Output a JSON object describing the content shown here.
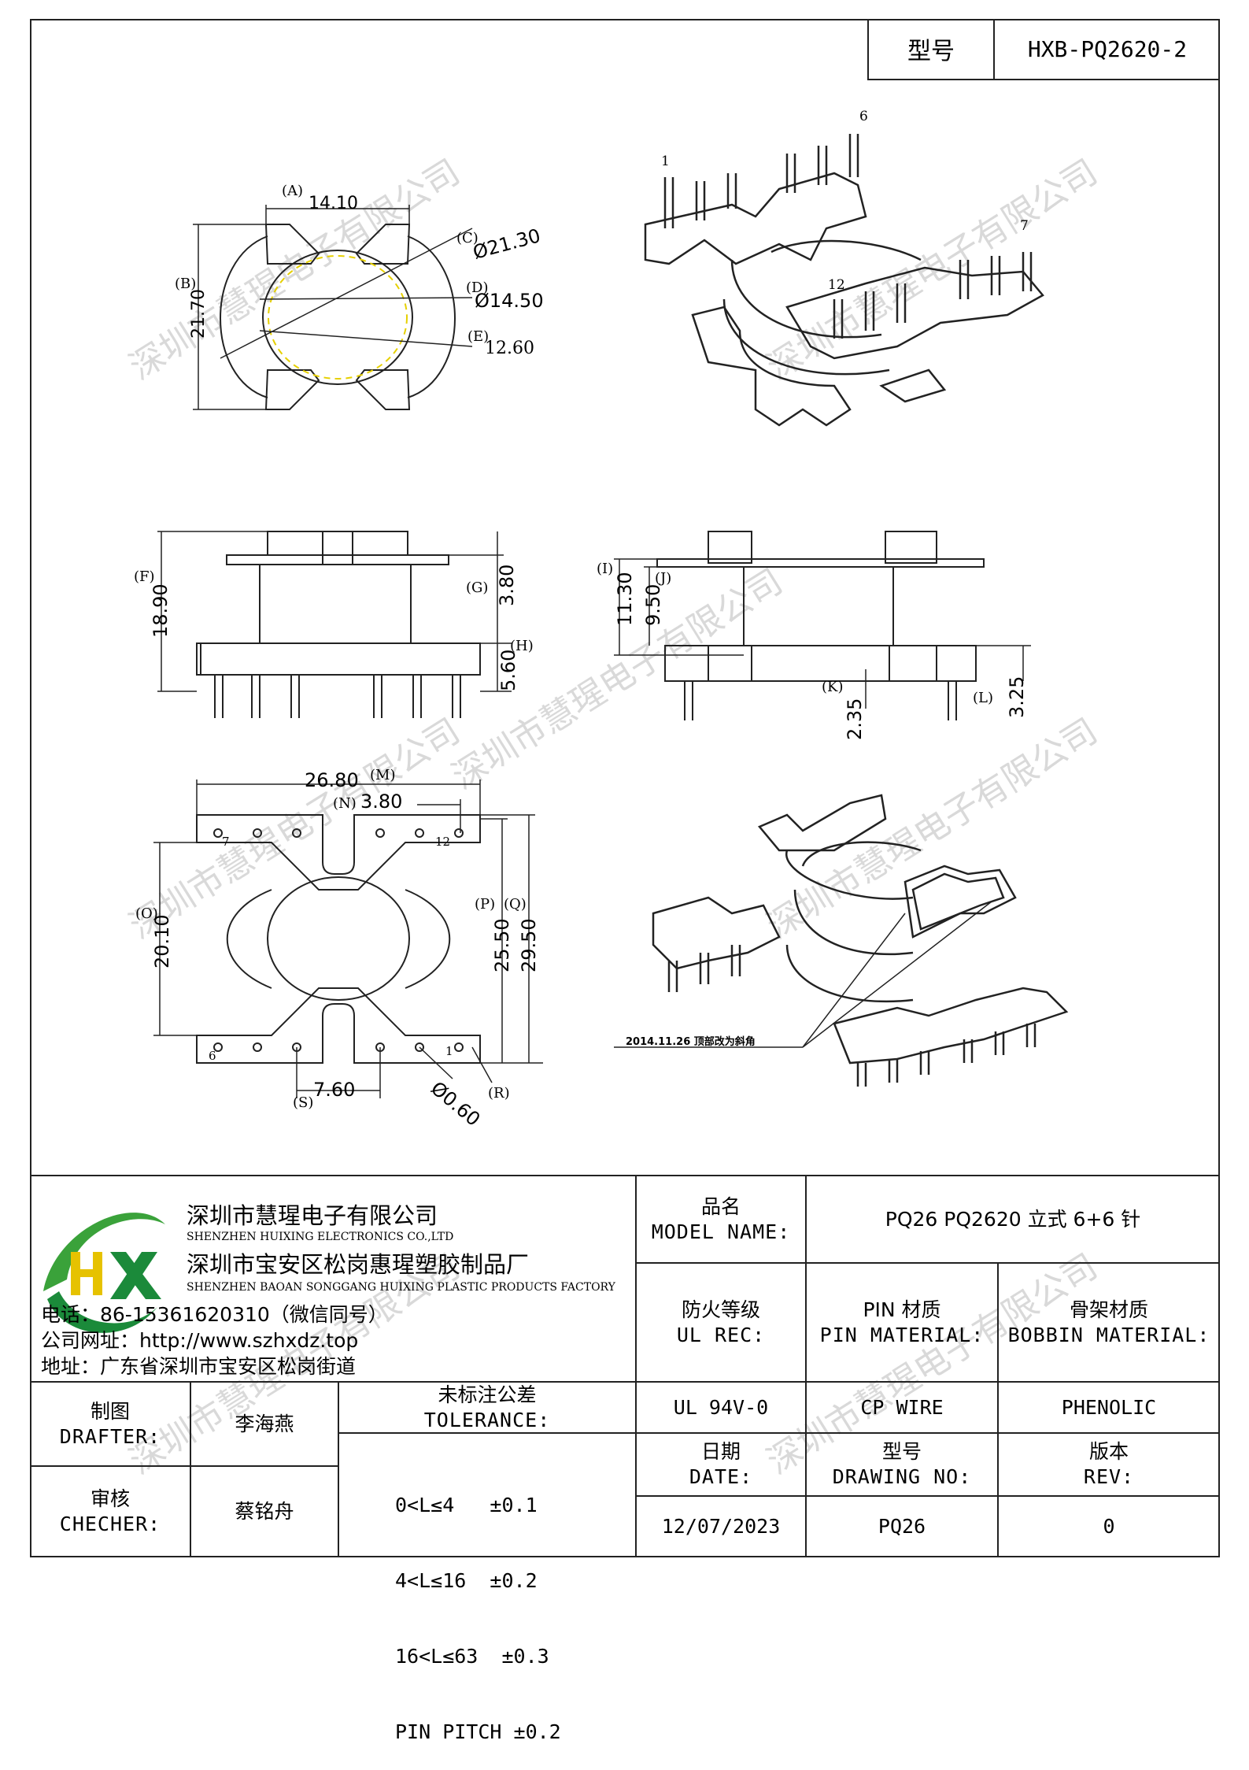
{
  "header": {
    "model_label": "型号",
    "model_value": "HXB-PQ2620-2"
  },
  "watermark": "深圳市慧瑆电子有限公司",
  "dims": {
    "a": "(A)",
    "a_val": "14.10",
    "b": "(B)",
    "b_val": "21.70",
    "c": "(C)",
    "c_val": "Ø21.30",
    "d": "(D)",
    "d_val": "Ø14.50",
    "e": "(E)",
    "e_val": "12.60",
    "f": "(F)",
    "f_val": "18.90",
    "g": "(G)",
    "g_val": "3.80",
    "h": "(H)",
    "h_val": "5.60",
    "i": "(I)",
    "i_val": "11.30",
    "j": "(J)",
    "j_val": "9.50",
    "k": "(K)",
    "k_val": "2.35",
    "l": "(L)",
    "l_val": "3.25",
    "m": "(M)",
    "m_val": "26.80",
    "n": "(N)",
    "n_val": "3.80",
    "o": "(O)",
    "o_val": "20.10",
    "p": "(P)",
    "p_val": "25.50",
    "q": "(Q)",
    "q_val": "29.50",
    "r": "(R)",
    "r_val": "Ø0.60",
    "s": "(S)",
    "s_val": "7.60"
  },
  "pins": {
    "p1": "1",
    "p6": "6",
    "p7": "7",
    "p12": "12"
  },
  "annotation": "2014.11.26  顶部改为斜角",
  "company": {
    "name_cn": "深圳市慧瑆电子有限公司",
    "name_en": "SHENZHEN HUIXING ELECTRONICS CO.,LTD",
    "factory_cn": "深圳市宝安区松岗惠瑆塑胶制品厂",
    "factory_en": "SHENZHEN BAOAN SONGGANG HUIXING PLASTIC PRODUCTS FACTORY",
    "phone": "电话：86-15361620310（微信同号）",
    "website": "公司网址：http://www.szhxdz.top",
    "address": "地址：广东省深圳市宝安区松岗街道",
    "logo_text": "HX"
  },
  "table": {
    "model_name_cn": "品名",
    "model_name_en": "MODEL NAME:",
    "model_name_value": "PQ26 PQ2620 立式 6+6 针",
    "ul_cn": "防火等级",
    "ul_en": "UL REC:",
    "pin_cn": "PIN 材质",
    "pin_en": "PIN MATERIAL:",
    "bobbin_cn": "骨架材质",
    "bobbin_en": "BOBBIN MATERIAL:",
    "ul_value": "UL 94V-0",
    "pin_value": "CP WIRE",
    "bobbin_value": "PHENOLIC",
    "drafter_cn": "制图",
    "drafter_en": "DRAFTER:",
    "drafter_name": "李海燕",
    "checker_cn": "审核",
    "checker_en": "CHECHER:",
    "checker_name": "蔡铭舟",
    "tol_cn": "未标注公差",
    "tol_en": "TOLERANCE:",
    "tol_1": "0<L≤4   ±0.1",
    "tol_2": "4<L≤16  ±0.2",
    "tol_3": "16<L≤63  ±0.3",
    "tol_4": "PIN PITCH ±0.2",
    "date_cn": "日期",
    "date_en": "DATE:",
    "date_value": "12/07/2023",
    "dwg_cn": "型号",
    "dwg_en": "DRAWING NO:",
    "dwg_value": "PQ26",
    "rev_cn": "版本",
    "rev_en": "REV:",
    "rev_value": "0"
  }
}
